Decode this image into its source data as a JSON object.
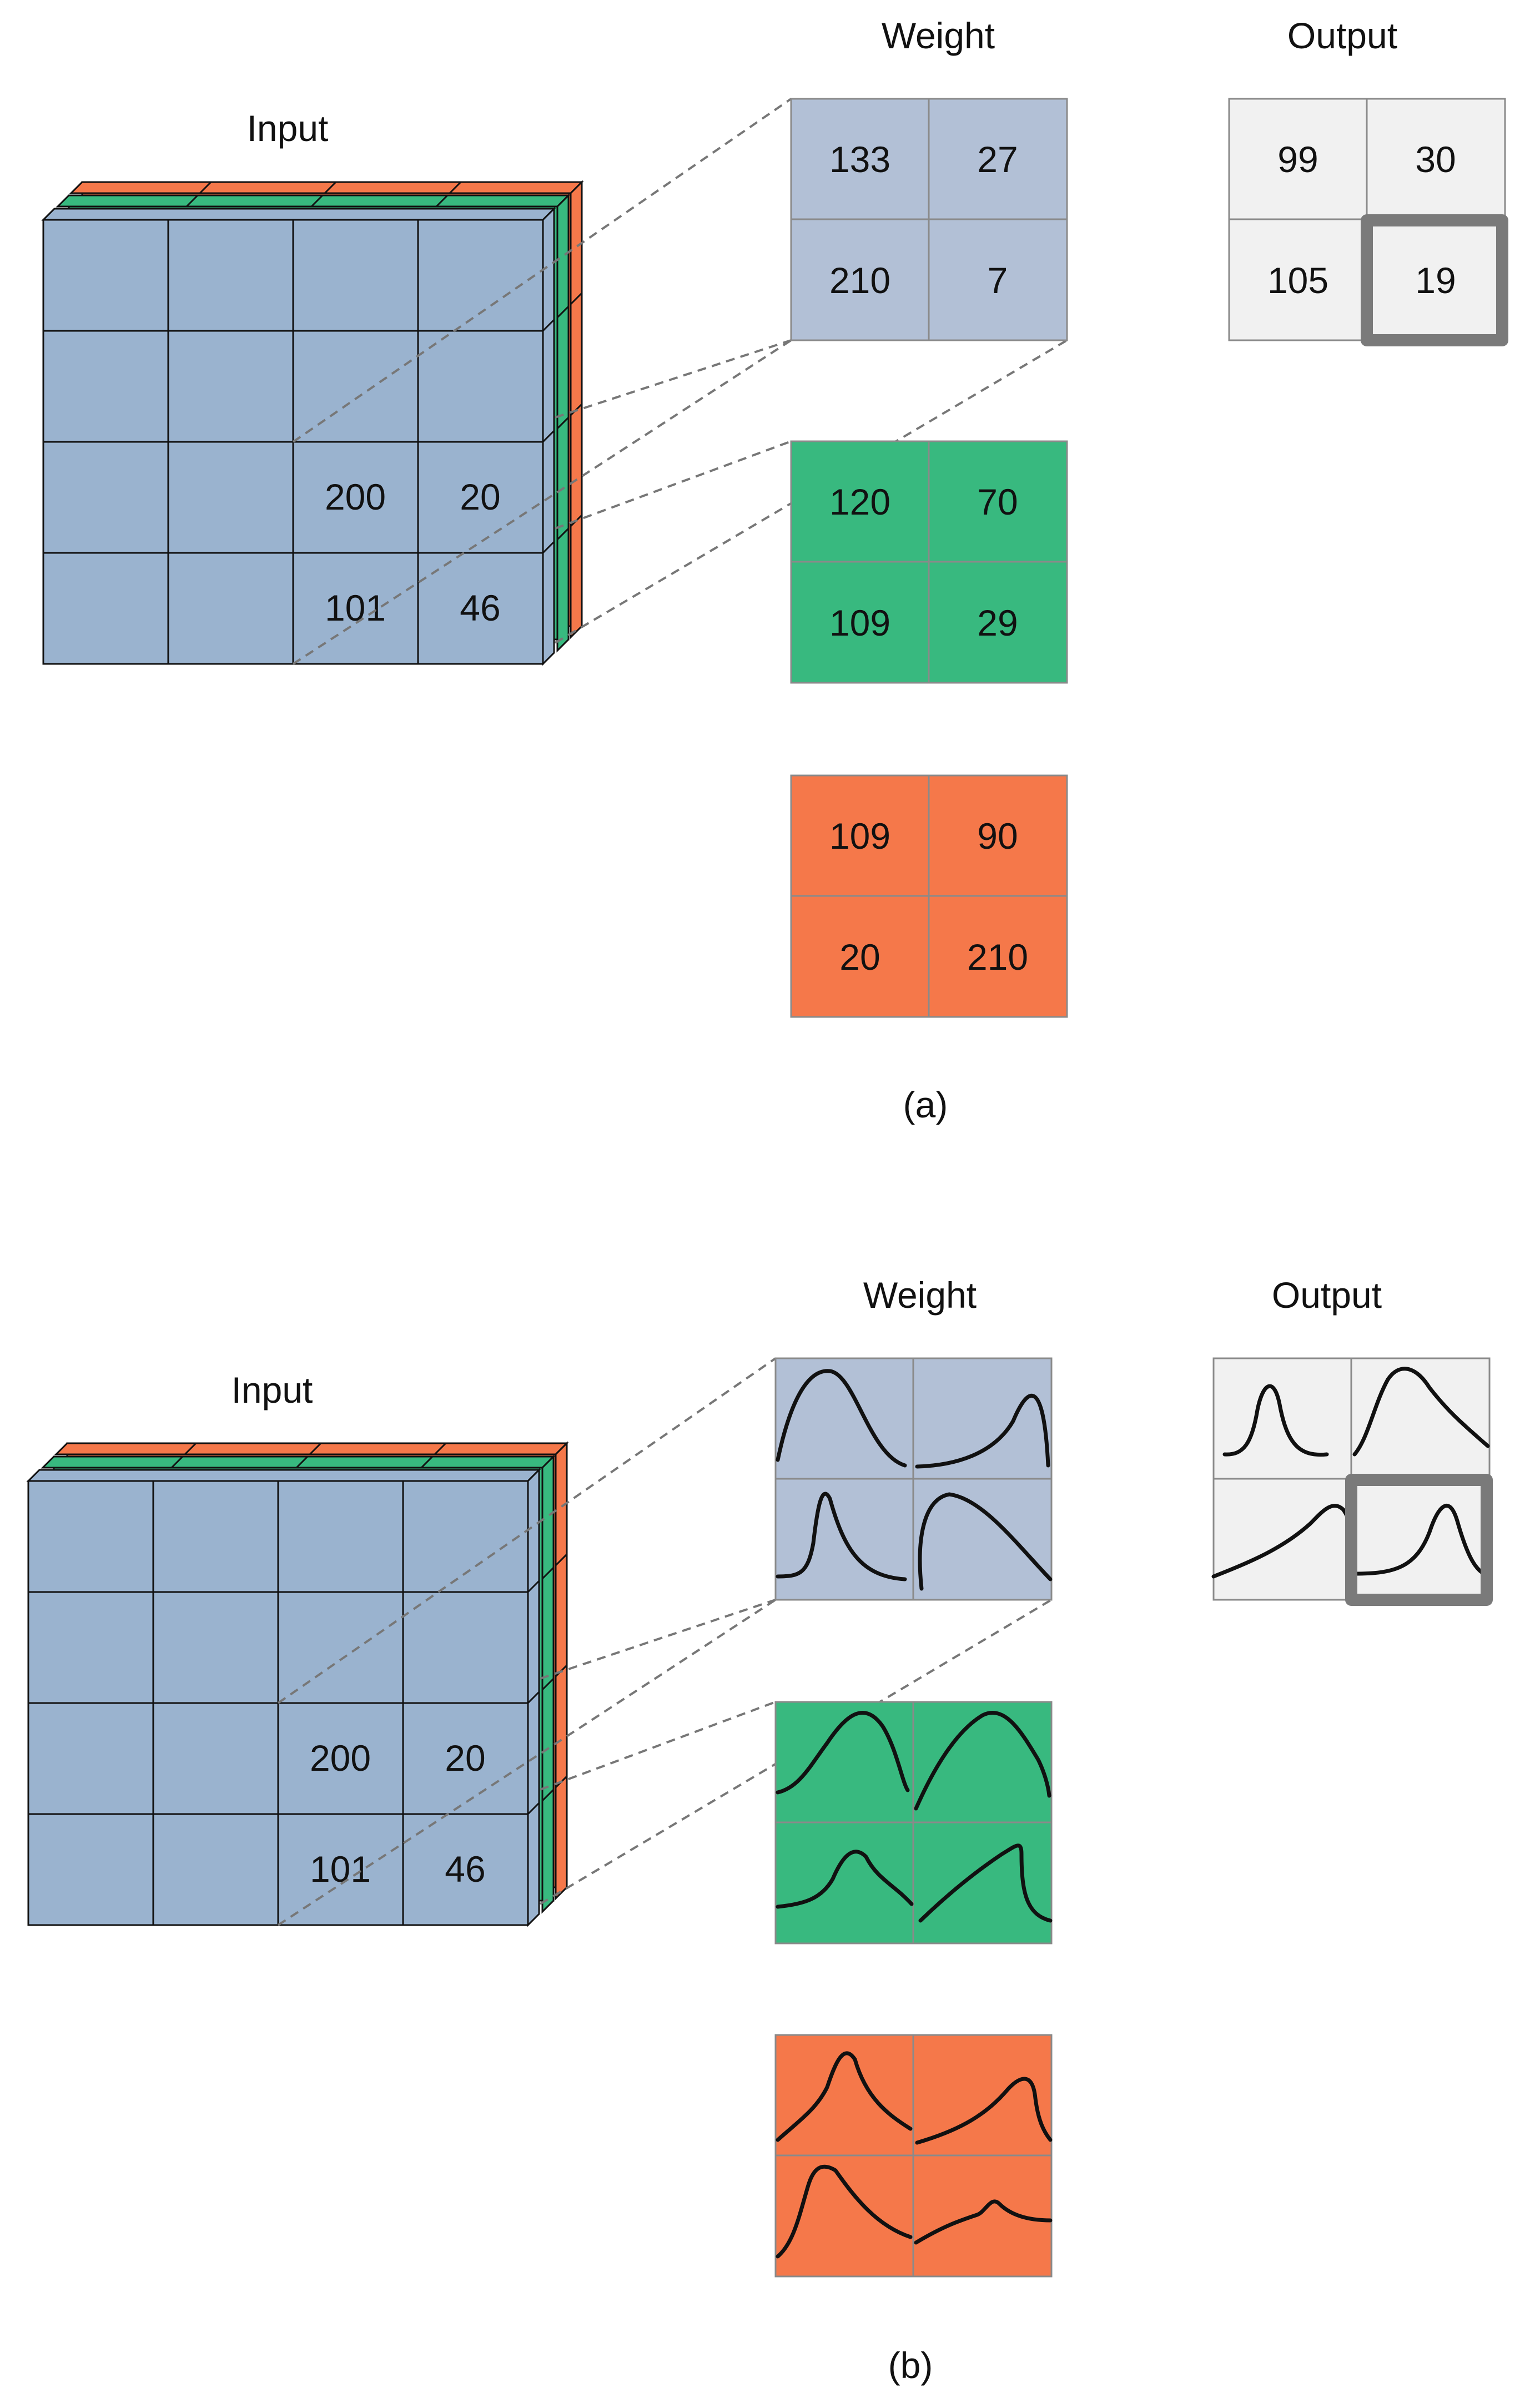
{
  "colors": {
    "blue": "#9ab3cf",
    "blue_weight": "#b2c0d6",
    "green": "#38b97f",
    "orange": "#f5784a",
    "output_bg": "#f1f1f1",
    "grid_line": "#8a8a8a",
    "highlight": "#7a7a7a",
    "dash": "#777777",
    "curve": "#111111"
  },
  "icons": [
    "dashed-projection-line",
    "distribution-curve-icon",
    "highlight-frame"
  ],
  "panel_a": {
    "caption": "(a)",
    "input_label": "Input",
    "weight_label": "Weight",
    "output_label": "Output",
    "input_values": [
      [
        "",
        "",
        "",
        ""
      ],
      [
        "",
        "",
        "",
        ""
      ],
      [
        "",
        "",
        "200",
        "20"
      ],
      [
        "",
        "",
        "101",
        "46"
      ]
    ],
    "weights": {
      "blue": [
        [
          "133",
          "27"
        ],
        [
          "210",
          "7"
        ]
      ],
      "green": [
        [
          "120",
          "70"
        ],
        [
          "109",
          "29"
        ]
      ],
      "orange": [
        [
          "109",
          "90"
        ],
        [
          "20",
          "210"
        ]
      ]
    },
    "output_values": [
      [
        "99",
        "30"
      ],
      [
        "105",
        "19"
      ]
    ],
    "highlighted_output": [
      1,
      1
    ]
  },
  "panel_b": {
    "caption": "(b)",
    "input_label": "Input",
    "weight_label": "Weight",
    "output_label": "Output",
    "input_values": [
      [
        "",
        "",
        "",
        ""
      ],
      [
        "",
        "",
        "",
        ""
      ],
      [
        "",
        "",
        "200",
        "20"
      ],
      [
        "",
        "",
        "101",
        "46"
      ]
    ],
    "weights_note": "each weight cell contains a distribution curve instead of a scalar",
    "highlighted_output": [
      1,
      1
    ]
  }
}
